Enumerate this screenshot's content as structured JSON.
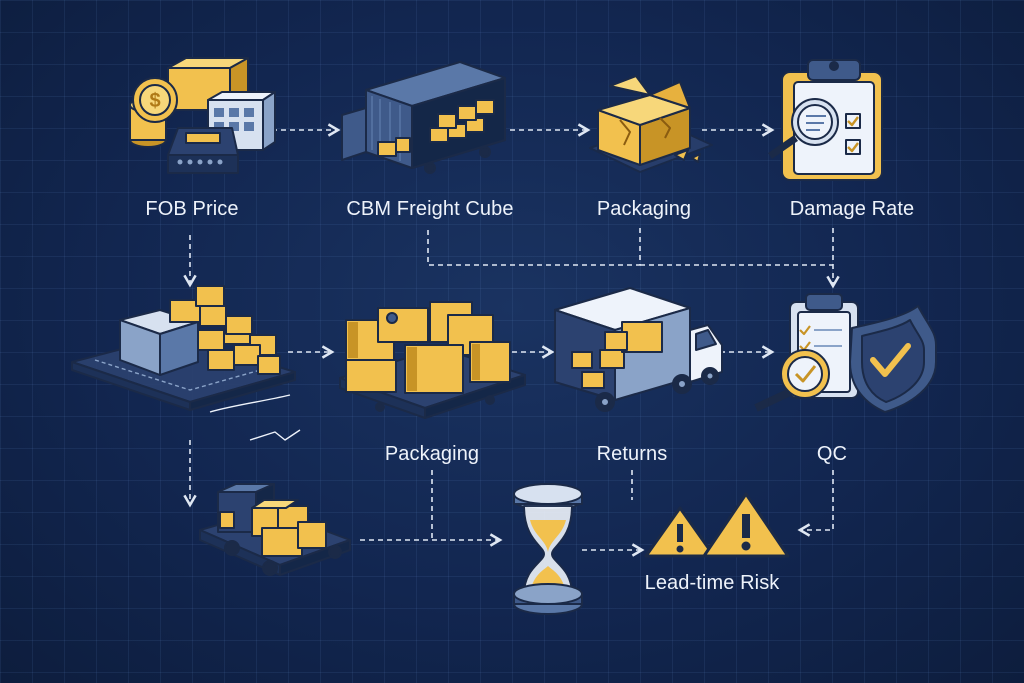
{
  "labels": {
    "fob_price": "FOB Price",
    "cbm_freight_cube": "CBM Freight Cube",
    "packaging_top": "Packaging",
    "damage_rate": "Damage Rate",
    "packaging_middle": "Packaging",
    "returns": "Returns",
    "qc": "QC",
    "lead_time_risk": "Lead-time Risk"
  },
  "colors": {
    "background": "#112447",
    "box_yellow": "#f2c14e",
    "box_dark": "#c89426",
    "outline": "#1b2a48",
    "metal": "#5a78a8",
    "arrow": "#dfe7f3",
    "text": "#eef3fb"
  },
  "icons": [
    "coins-and-cash-register-icon",
    "shipping-container-icon",
    "damaged-box-icon",
    "clipboard-magnifier-icon",
    "stacked-pallet-icon",
    "pallet-boxes-icon",
    "delivery-truck-icon",
    "qc-shield-icon",
    "forklift-cart-icon",
    "hourglass-icon",
    "warning-triangles-icon"
  ]
}
